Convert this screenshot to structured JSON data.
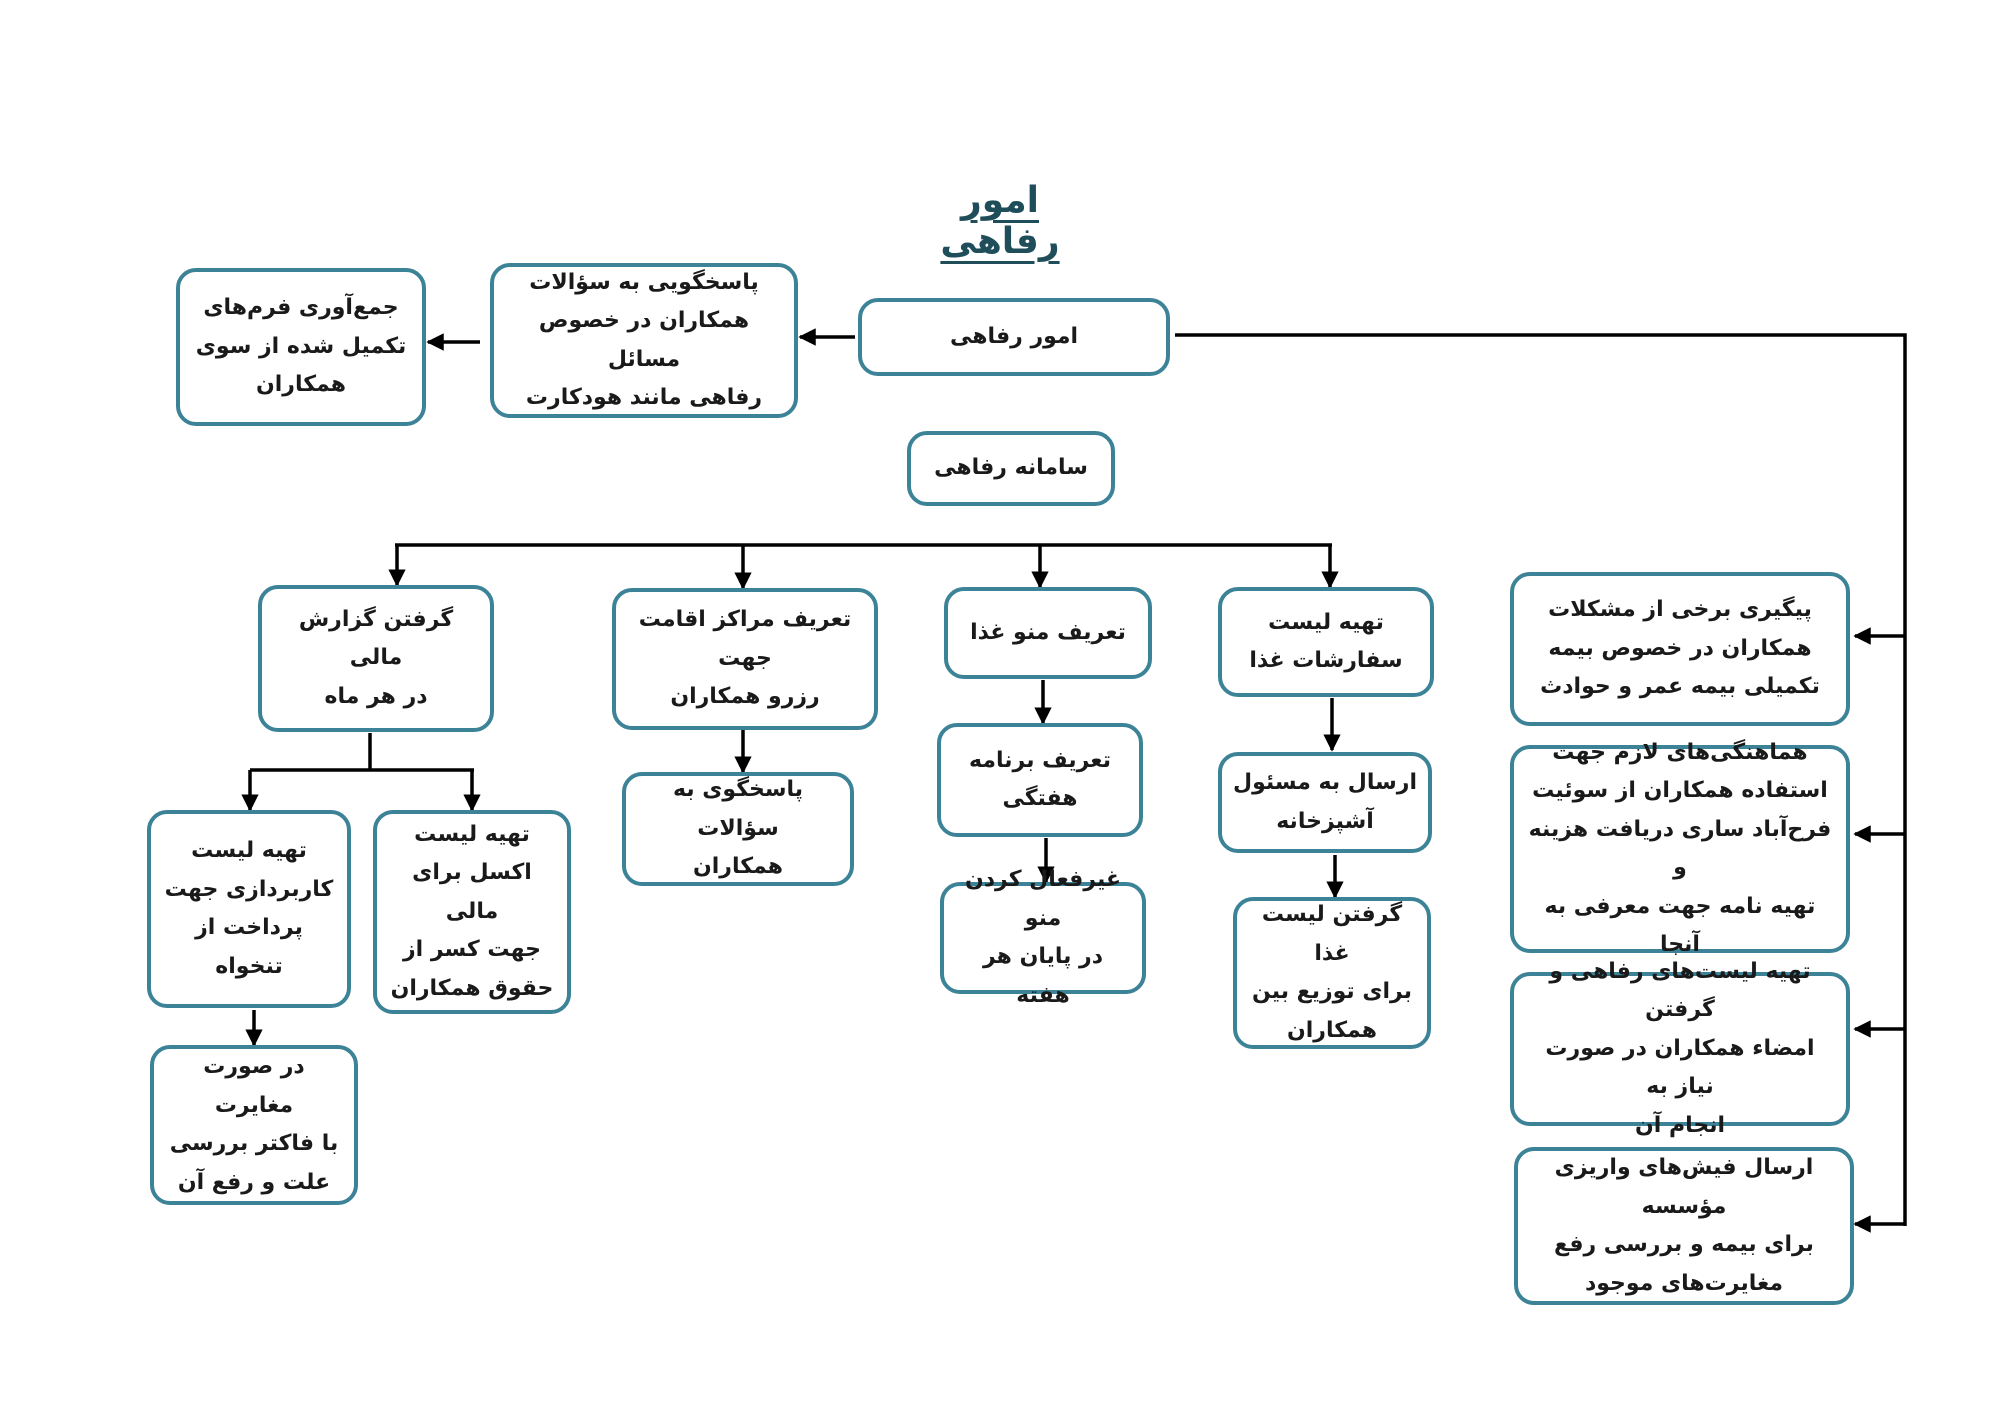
{
  "title": "امور رفاهی",
  "colors": {
    "border": "#3c8397",
    "title": "#1f4e5a",
    "line": "#000000"
  },
  "nodes": {
    "welfare": "امور رفاهی",
    "answer_welfare": "پاسخگویی به سؤالات\nهمکاران در خصوص مسائل\nرفاهی مانند هودکارت",
    "collect_forms": "جمع‌آوری فرم‌های\nتکمیل شده از سوی\nهمکاران",
    "welfare_system": "سامانه رفاهی",
    "food_orders": "تهیه لیست\nسفارشات غذا",
    "send_kitchen": "ارسال به مسئول\nآشپزخانه",
    "food_distribution": "گرفتن لیست غذا\nبرای توزیع بین\nهمکاران",
    "food_menu": "تعریف منو غذا",
    "weekly_program": "تعریف برنامه\nهفتگی",
    "disable_menu": "غیرفعال کردن منو\nدر پایان هر هفته",
    "accommodation": "تعریف مراکز اقامت جهت\nرزرو همکاران",
    "answer_colleagues": "پاسخگوی به سؤالات\nهمکاران",
    "financial_report": "گرفتن گزارش مالی\nدر هر ماه",
    "excel_list": "تهیه لیست\nاکسل برای مالی\nجهت کسر از\nحقوق همکاران",
    "admin_list": "تهیه لیست\nکاربردازی جهت\nپرداخت از تنخواه",
    "discrepancy": "در صورت مغایرت\nبا فاکتر بررسی\nعلت و رفع آن",
    "insurance_followup": "پیگیری برخی از مشکلات\nهمکاران در خصوص بیمه\nتکمیلی بیمه عمر و حوادث",
    "suite_coordination": "هماهنگی‌های لازم جهت\nاستفاده همکاران از سوئیت\nفرح‌آباد ساری دریافت هزینه و\nتهیه نامه جهت معرفی به آنجا",
    "welfare_lists": "تهیه لیست‌های رفاهی و گرفتن\nامضاء همکاران در صورت نیاز به\nانجام آن",
    "deposit_slips": "ارسال فیش‌های واریزی مؤسسه\nبرای بیمه و بررسی رفع\nمغایرت‌های موجود"
  }
}
